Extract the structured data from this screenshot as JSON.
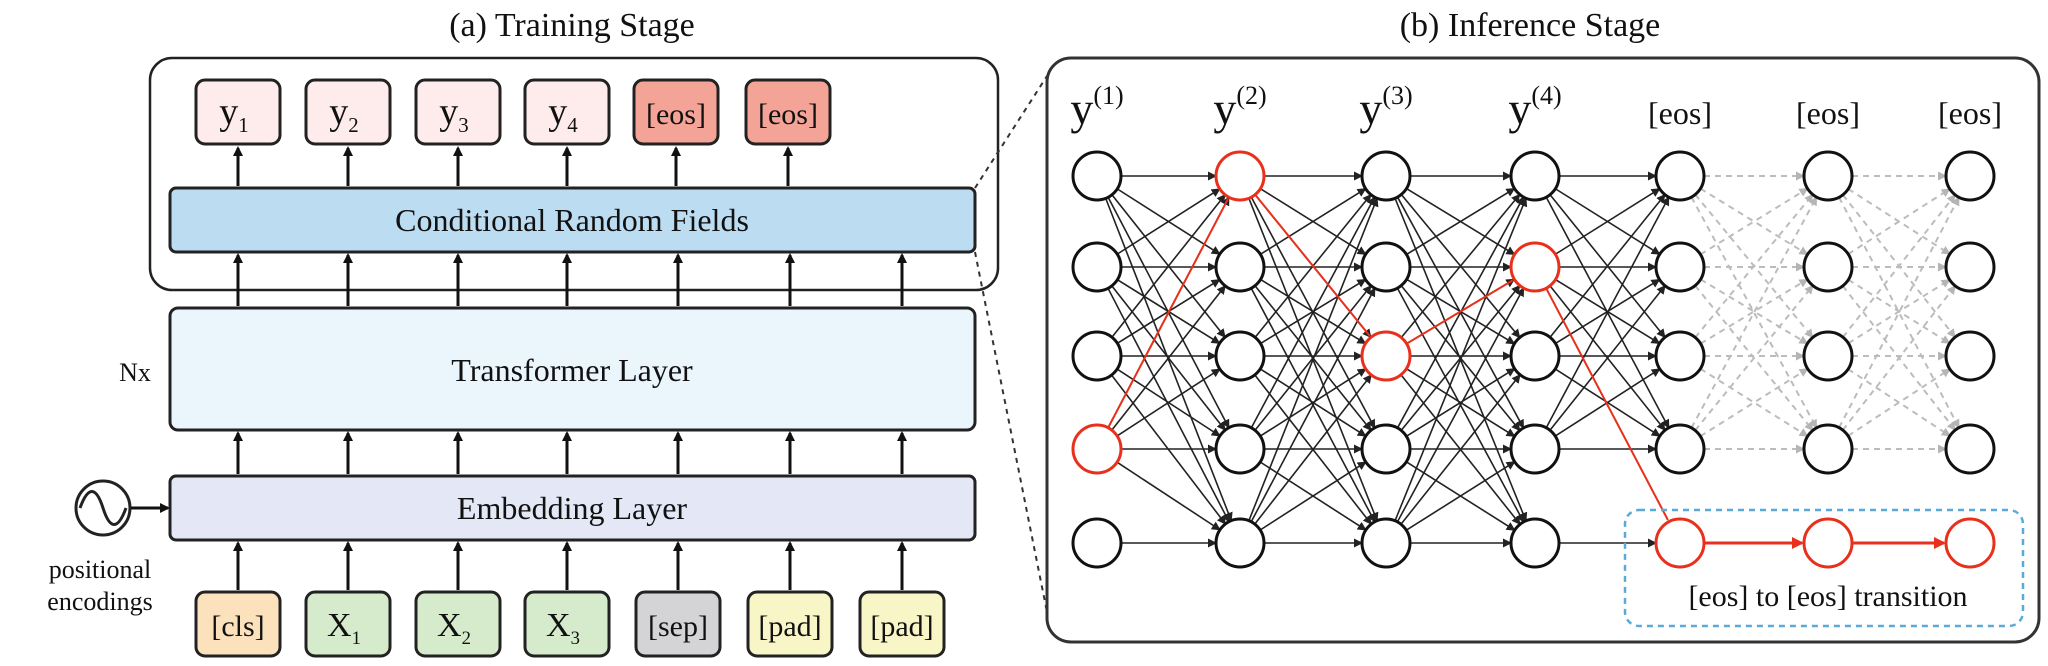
{
  "training": {
    "title": "(a) Training Stage",
    "outputs": [
      {
        "base": "y",
        "sub": "1",
        "kind": "label"
      },
      {
        "base": "y",
        "sub": "2",
        "kind": "label"
      },
      {
        "base": "y",
        "sub": "3",
        "kind": "label"
      },
      {
        "base": "y",
        "sub": "4",
        "kind": "label"
      },
      {
        "base": "[eos]",
        "sub": "",
        "kind": "eos"
      },
      {
        "base": "[eos]",
        "sub": "",
        "kind": "eos"
      }
    ],
    "crf_label": "Conditional Random Fields",
    "transformer_label": "Transformer Layer",
    "repeat_label": "Nx",
    "embedding_label": "Embedding Layer",
    "positional_label_line1": "positional",
    "positional_label_line2": "encodings",
    "inputs": [
      {
        "base": "[cls]",
        "sub": "",
        "kind": "cls"
      },
      {
        "base": "X",
        "sub": "1",
        "kind": "token"
      },
      {
        "base": "X",
        "sub": "2",
        "kind": "token"
      },
      {
        "base": "X",
        "sub": "3",
        "kind": "token"
      },
      {
        "base": "[sep]",
        "sub": "",
        "kind": "sep"
      },
      {
        "base": "[pad]",
        "sub": "",
        "kind": "pad"
      },
      {
        "base": "[pad]",
        "sub": "",
        "kind": "pad"
      }
    ]
  },
  "inference": {
    "title": "(b) Inference Stage",
    "columns": [
      {
        "base": "y",
        "sup": "(1)"
      },
      {
        "base": "y",
        "sup": "(2)"
      },
      {
        "base": "y",
        "sup": "(3)"
      },
      {
        "base": "y",
        "sup": "(4)"
      },
      {
        "base": "[eos]",
        "sup": ""
      },
      {
        "base": "[eos]",
        "sup": ""
      },
      {
        "base": "[eos]",
        "sup": ""
      }
    ],
    "rows": 5,
    "path_rows": [
      3,
      0,
      2,
      1,
      4,
      4,
      4
    ],
    "transition_label": "[eos] to [eos] transition"
  },
  "colors": {
    "path": "#e8301c",
    "eos_fill": "#f4a497",
    "label_fill": "#fdeceb",
    "crf_fill": "#bcdcf2",
    "transformer_fill": "#ebf5fc",
    "embedding_fill": "#e3e7f6",
    "cls_fill": "#fbe2bd",
    "token_fill": "#d6ebcb",
    "sep_fill": "#d4d4d6",
    "pad_fill": "#f8f5c6",
    "dashed_edge": "#bcbcbc",
    "transition_box": "#5aaad8"
  }
}
